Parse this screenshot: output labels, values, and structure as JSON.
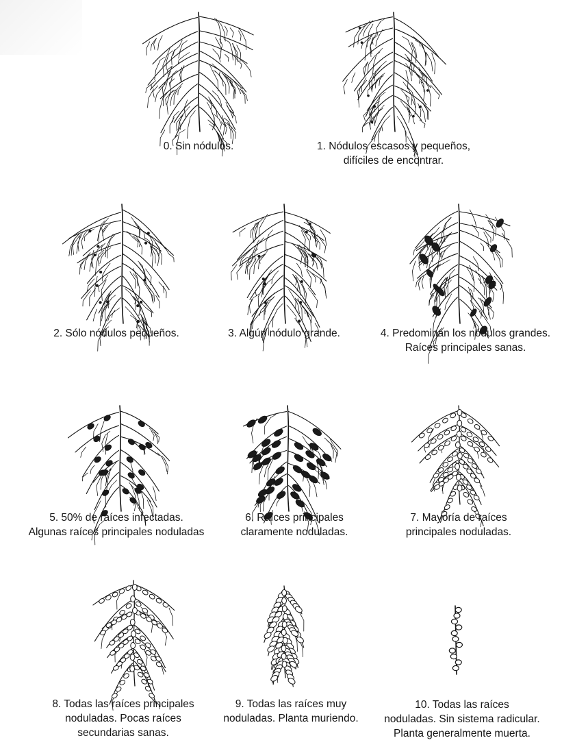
{
  "stages": [
    {
      "id": "0",
      "level": 0,
      "lines": [
        "0. Sin nódulos."
      ]
    },
    {
      "id": "1",
      "level": 1,
      "lines": [
        "1. Nódulos escasos y pequeños,",
        "difíciles de encontrar."
      ]
    },
    {
      "id": "2",
      "level": 2,
      "lines": [
        "2. Sólo nódulos pequeños."
      ]
    },
    {
      "id": "3",
      "level": 3,
      "lines": [
        "3. Algún nódulo grande."
      ]
    },
    {
      "id": "4",
      "level": 4,
      "lines": [
        "4. Predominan los nódulos grandes.",
        "Raíces principales sanas."
      ]
    },
    {
      "id": "5",
      "level": 5,
      "lines": [
        "5. 50% de raíces infectadas.",
        "Algunas raíces principales noduladas"
      ]
    },
    {
      "id": "6",
      "level": 6,
      "lines": [
        "6. Raíces principales",
        "claramente noduladas."
      ]
    },
    {
      "id": "7",
      "level": 7,
      "lines": [
        "7. Mayoría de raíces",
        "principales noduladas."
      ]
    },
    {
      "id": "8",
      "level": 8,
      "lines": [
        "8. Todas las raíces principales",
        "noduladas. Pocas raíces",
        "secundarias sanas."
      ]
    },
    {
      "id": "9",
      "level": 9,
      "lines": [
        "9. Todas las raíces muy",
        "noduladas. Planta muriendo."
      ]
    },
    {
      "id": "10",
      "level": 10,
      "lines": [
        "10. Todas las raíces",
        "noduladas. Sin sistema radicular.",
        "Planta generalmente muerta."
      ]
    }
  ]
}
